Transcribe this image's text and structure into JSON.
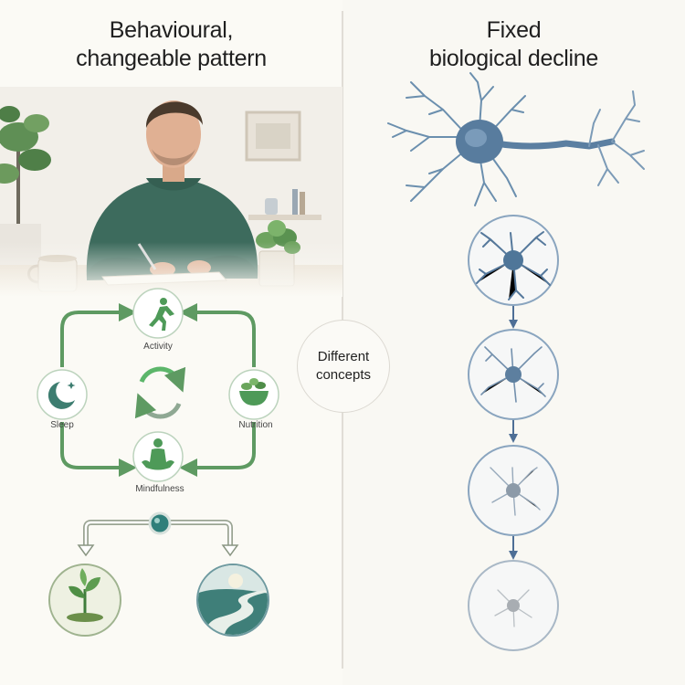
{
  "left_heading": {
    "line1": "Behavioural,",
    "line2": "changeable pattern"
  },
  "right_heading": {
    "line1": "Fixed",
    "line2": "biological decline"
  },
  "cycle": {
    "activity": "Activity",
    "sleep": "Sleep",
    "nutrition": "Nutrition",
    "mindfulness": "Mindfulness"
  },
  "center": {
    "line1": "Different",
    "line2": "concepts"
  },
  "icons": {
    "activity": "running-person-icon",
    "sleep": "moon-star-icon",
    "nutrition": "salad-bowl-icon",
    "mindfulness": "meditation-icon",
    "cycle": "refresh-arrows-icon",
    "growth": "sprout-icon",
    "path": "winding-path-icon"
  },
  "colors": {
    "green": "#5e9a62",
    "blue_arrow": "#4e6f96",
    "neuron": "#4f7699"
  },
  "neuron_stages": 4
}
